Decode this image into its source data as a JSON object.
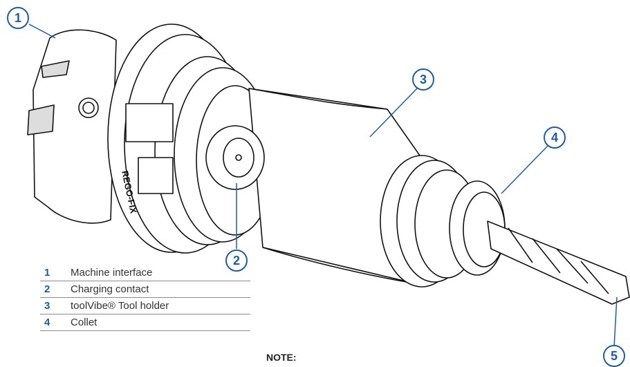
{
  "callouts": {
    "c1": "1",
    "c2": "2",
    "c3": "3",
    "c4": "4",
    "c5": "5"
  },
  "holder_marking": "REGO-FIX",
  "legend": [
    {
      "num": "1",
      "label": "Machine interface"
    },
    {
      "num": "2",
      "label": "Charging contact"
    },
    {
      "num": "3",
      "label": "toolVibe® Tool holder"
    },
    {
      "num": "4",
      "label": "Collet"
    }
  ],
  "note_label": "NOTE:",
  "colors": {
    "accent": "#1d5c9e",
    "line": "#111111"
  }
}
